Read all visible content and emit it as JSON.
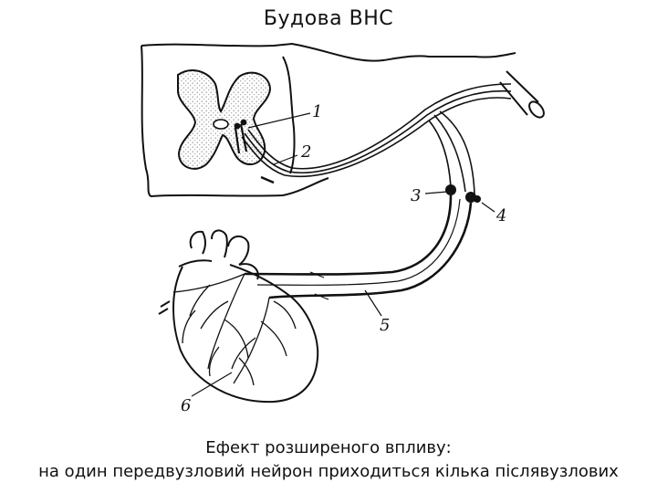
{
  "title": "Будова ВНС",
  "diagram": {
    "labels": [
      "1",
      "2",
      "3",
      "4",
      "5",
      "6"
    ]
  },
  "caption": {
    "line1": "Ефект розширеного впливу:",
    "line2": "на один передвузловий нейрон приходиться кілька післявузлових"
  },
  "colors": {
    "ink": "#111111",
    "grey_matter": "#9a9a9a"
  }
}
